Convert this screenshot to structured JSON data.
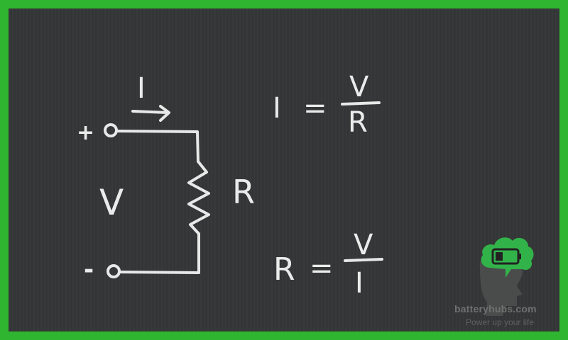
{
  "colors": {
    "frame": "#2fb52f",
    "board": "#353637",
    "chalk": "#e9ecea",
    "logo_green": "#32b34a"
  },
  "circuit": {
    "current_label": "I",
    "plus_terminal": "+",
    "minus_terminal": "-",
    "voltage_label": "V",
    "resistor_label": "R"
  },
  "formula1": {
    "lhs": "I",
    "eq": "=",
    "numerator": "V",
    "denominator": "R"
  },
  "formula2": {
    "lhs": "R",
    "eq": "=",
    "numerator": "V",
    "denominator": "I"
  },
  "brand": {
    "name": "batteryhubs.com",
    "tagline": "Power up your life",
    "icon": "battery-cloud-logo-icon"
  }
}
